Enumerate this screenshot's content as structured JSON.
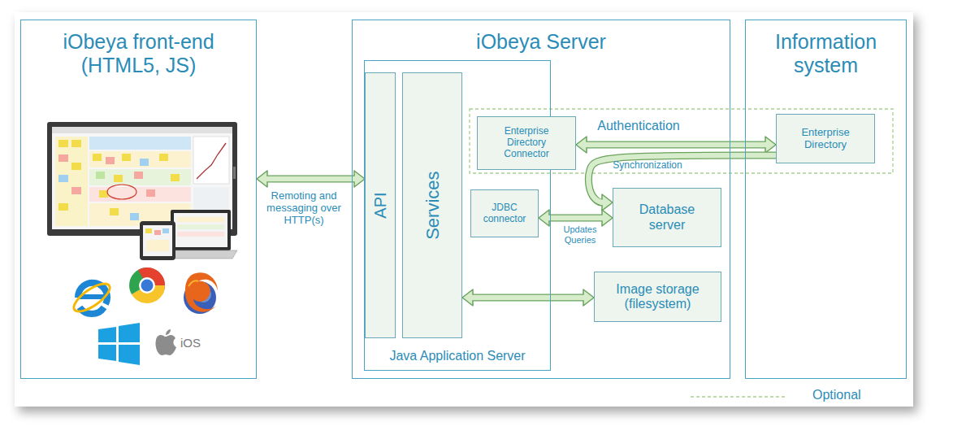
{
  "diagram": {
    "nodes": [
      {
        "text": [
          "iObeya front-end (HTML5, JS)"
        ]
      },
      {
        "text": [
          "iObeya Server"
        ]
      },
      {
        "text": [
          "Java Application Server"
        ],
        "in": 1
      },
      {
        "text": [
          "API"
        ],
        "in": 2
      },
      {
        "text": [
          "Services"
        ],
        "in": 2
      },
      {
        "text": [
          "Enterprise Directory Connector"
        ],
        "in": 1
      },
      {
        "text": [
          "JDBC connector"
        ],
        "in": 2
      },
      {
        "text": [
          "Database server"
        ],
        "in": 1
      },
      {
        "text": [
          "Image storage (filesystem)"
        ],
        "in": 1
      },
      {
        "text": [
          "Information system"
        ]
      },
      {
        "text": [
          "Enterprise Directory"
        ],
        "in": 9
      }
    ],
    "edges": [
      {
        "from": 0,
        "to": 3,
        "label": "Remoting and messaging over HTTP(s)",
        "arrow": "both"
      },
      {
        "from": 5,
        "to": 10,
        "label": "Authentication",
        "arrow": "both"
      },
      {
        "from": 10,
        "to": 7,
        "label": "Synchronization",
        "arrow": "to"
      },
      {
        "from": 6,
        "to": 7,
        "label": "Updates Queries",
        "arrow": "both"
      },
      {
        "from": 4,
        "to": 8,
        "arrow": "both"
      }
    ],
    "labels": [
      "iOS"
    ],
    "legend": [
      {
        "text": "Optional"
      }
    ]
  }
}
